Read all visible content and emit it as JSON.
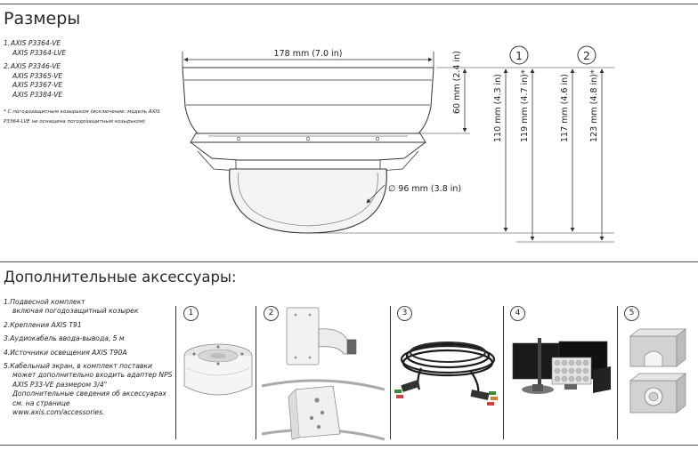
{
  "dimensions_section": {
    "title": "Размеры",
    "models": {
      "group1_label": "1.",
      "group1_first": "AXIS P3364-VE",
      "group1_rest": [
        "AXIS P3364-LVE"
      ],
      "group2_label": "2.",
      "group2_first": "AXIS P3346-VE",
      "group2_rest": [
        "AXIS P3365-VE",
        "AXIS P3367-VE",
        "AXIS P3384-VE"
      ],
      "note_line1": "* С погодозащитным козырьком (исключение: модель AXIS",
      "note_line2": "P3364-LVE не оснащена погодозащитным козырьком)"
    },
    "diagram": {
      "width_label": "178 mm (7.0 in)",
      "height_60": "60 mm (2.4 in)",
      "height_110": "110 mm (4.3 in)",
      "height_119": "119 mm (4.7 in)*",
      "height_117": "117 mm (4.6 in)",
      "height_123": "123 mm (4.8 in)*",
      "dome_diameter": "∅ 96 mm (3.8 in)",
      "col1_number": "1",
      "col2_number": "2"
    }
  },
  "accessories_section": {
    "title": "Дополнительные аксессуары:",
    "items": [
      {
        "num": "1.",
        "line1": "Подвесной комплект",
        "line2": "включая погодозащитный козырек"
      },
      {
        "num": "2.",
        "line1": "Крепления AXIS T91"
      },
      {
        "num": "3.",
        "line1": "Аудиокабель ввода-вывода, 5 м"
      },
      {
        "num": "4.",
        "line1": "Источники освещения AXIS T90A"
      },
      {
        "num": "5.",
        "line1": "Кабельный экран, в комплект поставки",
        "lines": [
          "может дополнительно входить адаптер NPS",
          "AXIS P33-VE размером 3/4\"",
          "Дополнительные сведения об аксессуарах",
          "см. на странице",
          "www.axis.com/accessories."
        ]
      }
    ],
    "tile_numbers": [
      "1",
      "2",
      "3",
      "4",
      "5"
    ]
  },
  "colors": {
    "line": "#333333",
    "dome_fill": "#f4f4f4",
    "cable": "#1a1a1a",
    "metal": "#cfcfcf"
  }
}
